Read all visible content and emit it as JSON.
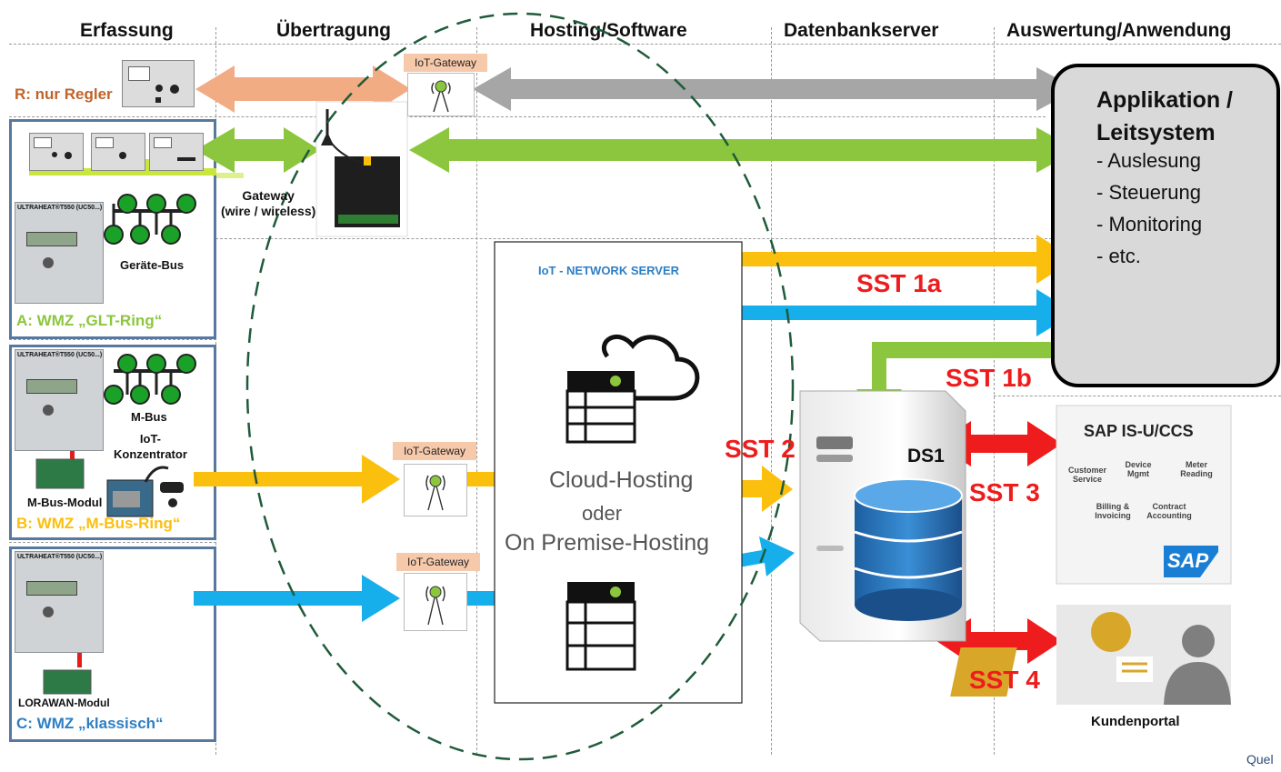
{
  "columns": [
    "Erfassung",
    "Übertragung",
    "Hosting/Software",
    "Datenbankserver",
    "Auswertung/Anwendung"
  ],
  "rows": {
    "r_label": "R: nur Regler",
    "a_label": "A: WMZ „GLT-Ring“",
    "b_label": "B: WMZ „M-Bus-Ring“",
    "c_label": "C: WMZ „klassisch“"
  },
  "devices": {
    "meter_title": "ULTRAHEAT®T550 (UC50...)",
    "geraete_bus": "Geräte-Bus",
    "m_bus": "M-Bus",
    "iot_konzentrator": "IoT-\nKonzentrator",
    "m_bus_modul": "M-Bus-Modul",
    "lorawan_modul": "LORAWAN-Modul"
  },
  "gateway": {
    "iot_gateway": "IoT-Gateway",
    "wired_gateway": "Gateway\n(wire / wireless)"
  },
  "hosting": {
    "server_title": "IoT - NETWORK SERVER",
    "cloud_line1": "Cloud-Hosting",
    "cloud_line2": "oder",
    "cloud_line3": "On Premise-Hosting"
  },
  "database": {
    "ds_label": "DS1"
  },
  "application": {
    "title": "Applikation /\nLeitsystem",
    "items": [
      "- Auslesung",
      "- Steuerung",
      "- Monitoring",
      "- etc."
    ]
  },
  "sap": {
    "title": "SAP IS-U/CCS",
    "cells": [
      "Customer\nService",
      "Device\nMgmt",
      "Meter\nReading",
      "Billing &\nInvoicing",
      "Contract\nAccounting"
    ],
    "logo": "SAP"
  },
  "portal": {
    "label": "Kundenportal"
  },
  "interfaces": {
    "sst1a": "SST 1a",
    "sst1b": "SST 1b",
    "sst2": "SST 2",
    "sst3": "SST 3",
    "sst4": "SST 4"
  },
  "footer": {
    "source": "Quel"
  },
  "colors": {
    "orange_arrow": "#f2ac84",
    "grey_arrow": "#a6a6a6",
    "green_arrow": "#8cc63e",
    "yellow_arrow": "#fbbf0e",
    "blue_arrow": "#17aeec",
    "red_arrow": "#ee1c1c",
    "box_border": "#5878a0",
    "dashed_ellipse": "#1f5b3a"
  }
}
